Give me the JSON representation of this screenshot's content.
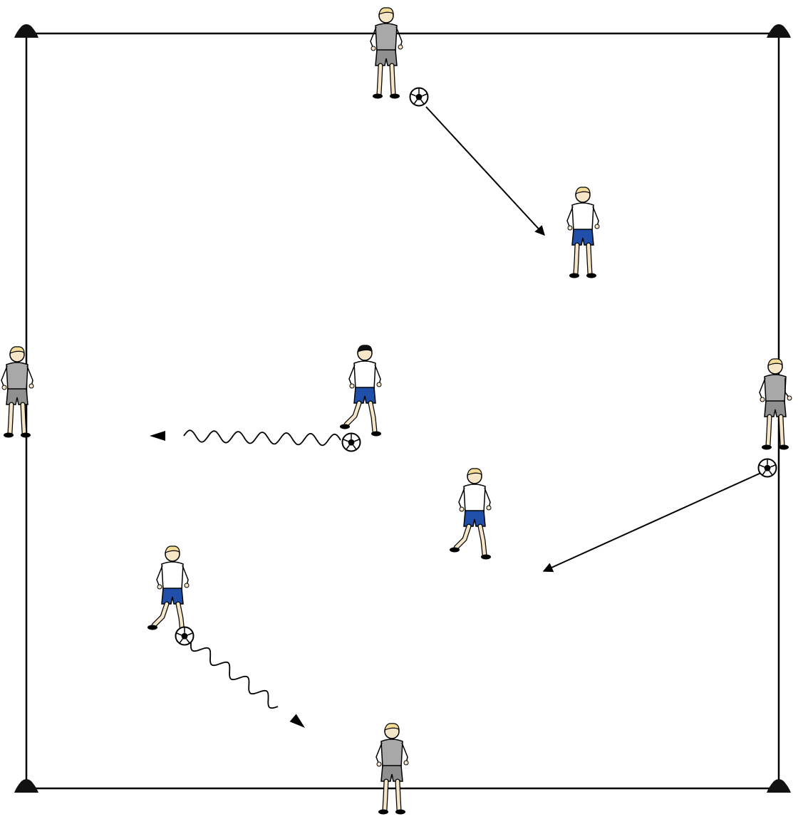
{
  "diagram": {
    "background": "#ffffff",
    "line_color": "#000000",
    "cone_color": "#111111",
    "players": [
      {
        "id": "server-top",
        "team": "server",
        "pose": "facing",
        "has_ball": true
      },
      {
        "id": "server-left",
        "team": "server",
        "pose": "side",
        "has_ball": false
      },
      {
        "id": "server-right",
        "team": "server",
        "pose": "facing",
        "has_ball": true
      },
      {
        "id": "server-bottom",
        "team": "server",
        "pose": "back",
        "has_ball": false
      },
      {
        "id": "worker-upper-right",
        "team": "worker",
        "pose": "back",
        "has_ball": false
      },
      {
        "id": "worker-center",
        "team": "worker",
        "pose": "dribble",
        "has_ball": true,
        "dark_hair": true
      },
      {
        "id": "worker-middle-right",
        "team": "worker",
        "pose": "run",
        "has_ball": false
      },
      {
        "id": "worker-lower-left",
        "team": "worker",
        "pose": "dribble",
        "has_ball": true
      }
    ],
    "teams": {
      "server": {
        "shirt": "#a8a8a8",
        "shorts": "#8f8f8f"
      },
      "worker": {
        "shirt": "#ffffff",
        "shorts": "#1f4fa8"
      }
    },
    "skin": "#f5e6c8",
    "hair": "#f2dc96",
    "movements": [
      {
        "id": "pass-top",
        "kind": "pass"
      },
      {
        "id": "pass-right",
        "kind": "pass"
      },
      {
        "id": "dribble-center",
        "kind": "dribble"
      },
      {
        "id": "dribble-lower-left",
        "kind": "dribble"
      }
    ]
  }
}
